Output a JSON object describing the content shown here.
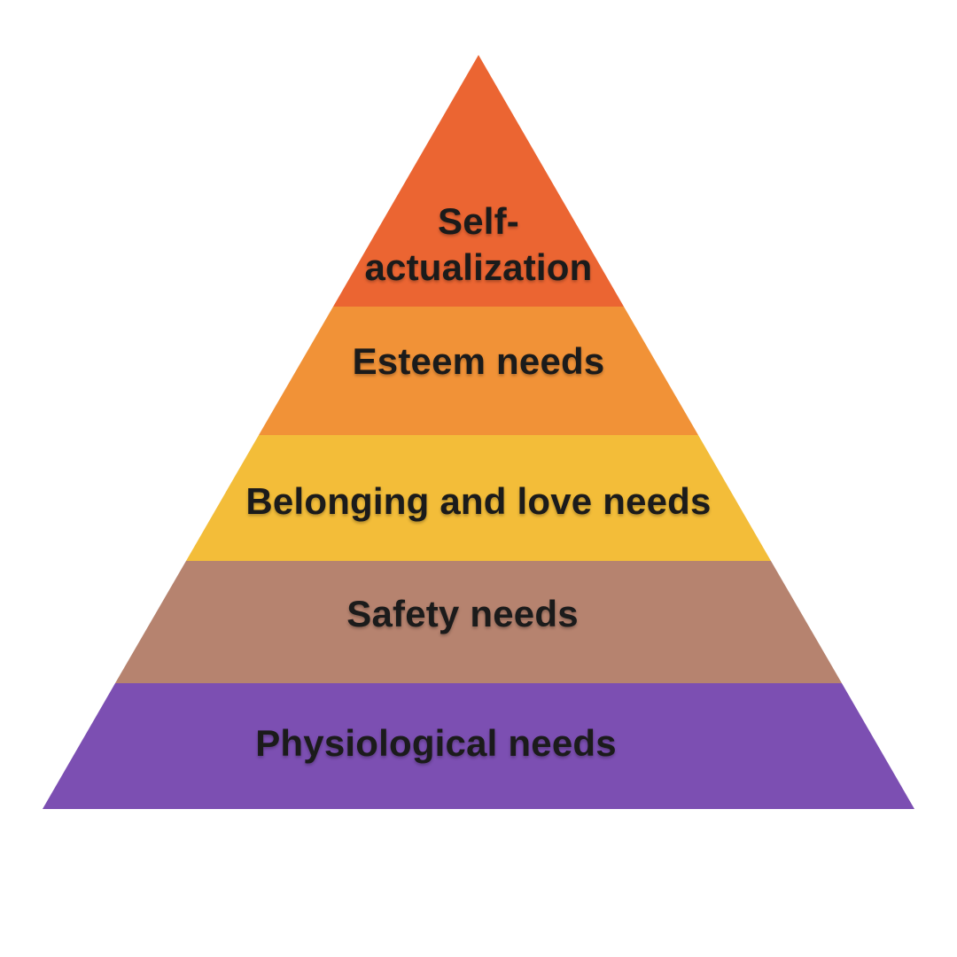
{
  "diagram": {
    "type": "pyramid",
    "background": "#FFFFFF",
    "text_color": "#1B1B1B",
    "levels": [
      {
        "rank": 1,
        "label": "Self-actualization",
        "color": "#EB6532"
      },
      {
        "rank": 2,
        "label": "Esteem needs",
        "color": "#F19237"
      },
      {
        "rank": 3,
        "label": "Belonging and love needs",
        "color": "#F3BD39"
      },
      {
        "rank": 4,
        "label": "Safety needs",
        "color": "#B6836F"
      },
      {
        "rank": 5,
        "label": "Physiological needs",
        "color": "#7C4FB2"
      }
    ]
  }
}
